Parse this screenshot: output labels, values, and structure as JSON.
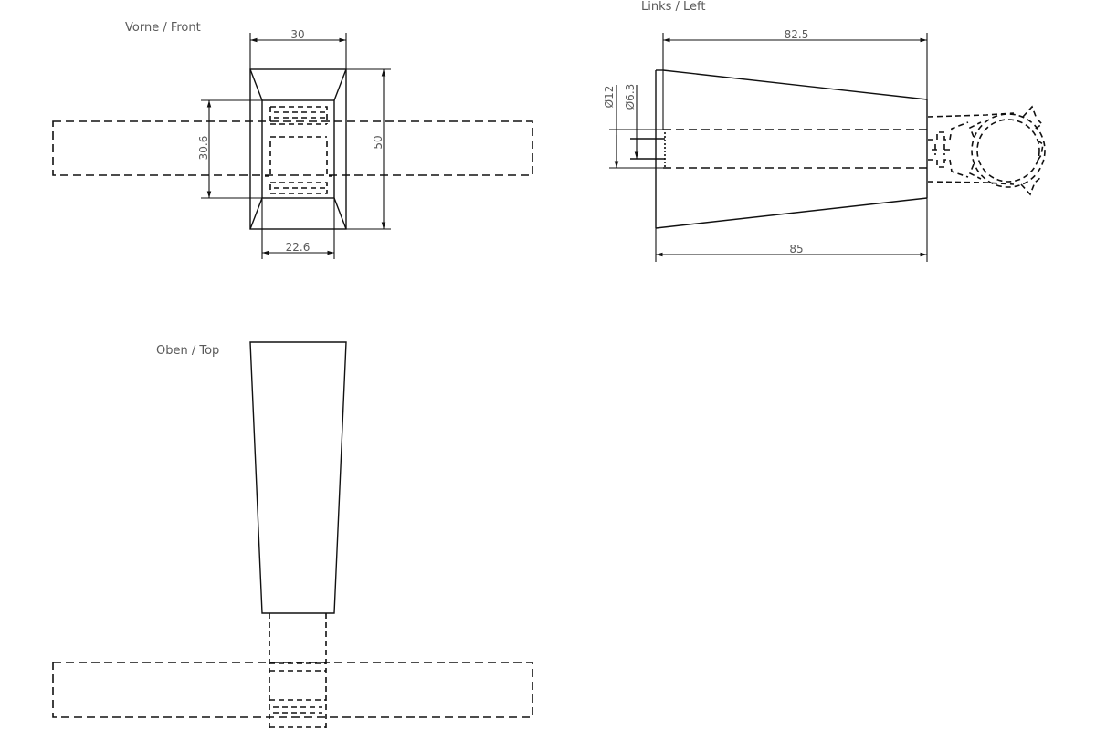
{
  "views": {
    "front": {
      "title": "Vorne  /  Front"
    },
    "left": {
      "title": "Links  /  Left"
    },
    "top": {
      "title": "Oben  /  Top"
    }
  },
  "dimensions": {
    "front_width_top": "30",
    "front_width_bottom": "22.6",
    "front_height": "50",
    "front_inner_height": "30.6",
    "left_length_top": "82.5",
    "left_length_bottom": "85",
    "left_dia_outer": "Ø12",
    "left_dia_inner": "Ø6.3"
  },
  "colors": {
    "line": "#111111",
    "text": "#5a5a5a",
    "background": "#ffffff"
  }
}
